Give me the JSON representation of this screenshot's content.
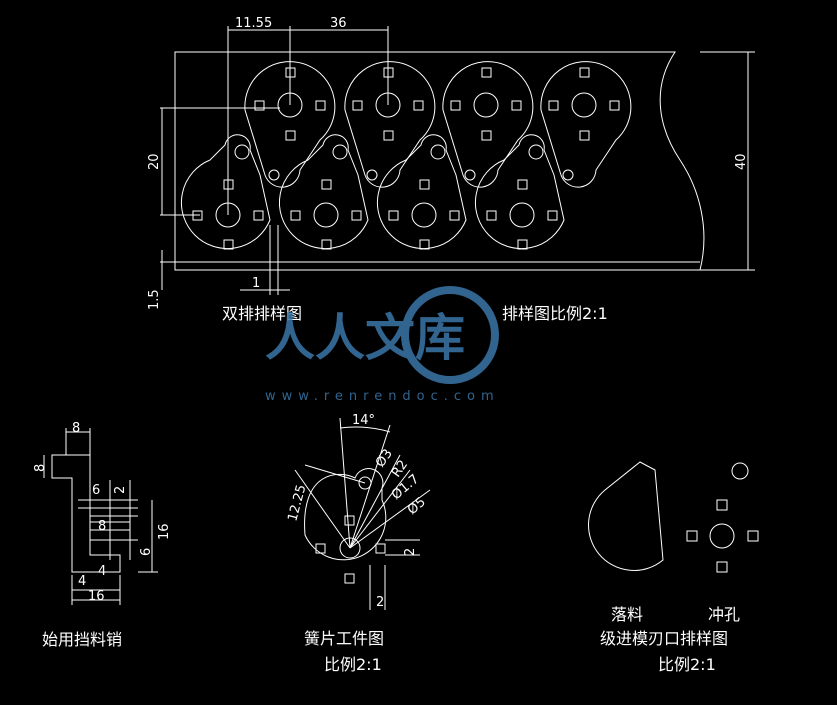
{
  "captions": {
    "double_row_layout": "双排排样图",
    "layout_scale": "排样图比例2:1",
    "stop_pin": "始用挡料销",
    "spring_part": "簧片工件图",
    "spring_part_scale": "比例2:1",
    "blanking_label": "落料",
    "punching_label": "冲孔",
    "progressive_die_layout": "级进模刃口排样图",
    "progressive_die_scale": "比例2:1"
  },
  "watermark": {
    "text": "人人文库",
    "url": "www.renrendoc.com"
  },
  "layout_dims": {
    "d_11_55": "11.55",
    "d_36": "36",
    "d_20": "20",
    "d_40": "40",
    "d_1": "1",
    "d_1_5": "1.5"
  },
  "stop_pin_dims": {
    "d_8_top": "8",
    "d_8_side": "8",
    "d_6": "6",
    "d_2": "2",
    "d_16_side": "16",
    "d_6_b": "6",
    "d_4_a": "4",
    "d_4_b": "4",
    "d_16_bottom": "16",
    "d_stack": "8"
  },
  "spring_dims": {
    "angle_14": "14°",
    "phi_3": "Ø3",
    "r_2": "R2",
    "phi_1_7": "Ø1.7",
    "phi_5": "Ø5",
    "d_12_25": "12.25",
    "d_2_right": "2",
    "d_2_bottom": "2"
  },
  "colors": {
    "line": "#ffffff",
    "background": "#000000",
    "watermark": "#3a76a8"
  }
}
